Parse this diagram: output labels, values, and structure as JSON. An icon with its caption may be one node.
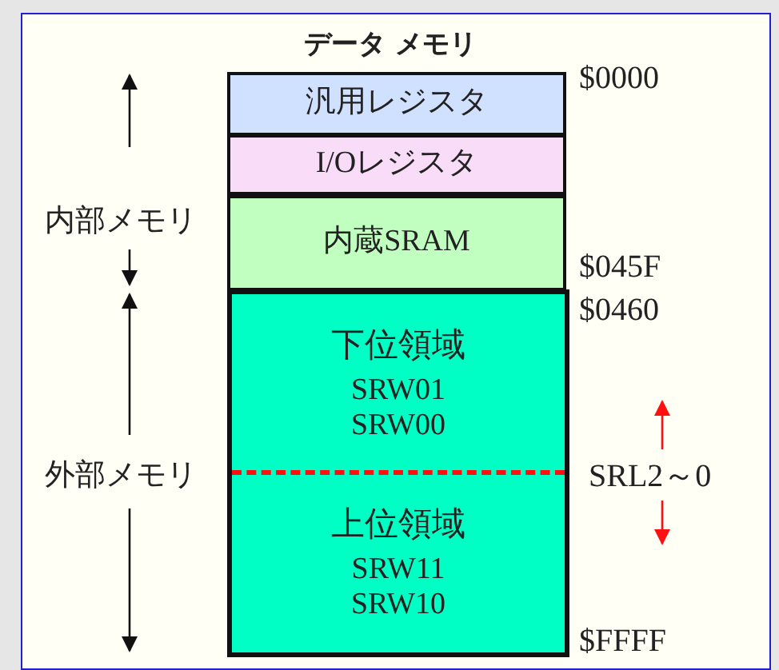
{
  "diagram": {
    "title": "データ メモリ",
    "nodes": [
      {
        "text": [
          "汎用レジスタ"
        ]
      },
      {
        "text": [
          "I/Oレジスタ"
        ]
      },
      {
        "text": [
          "内蔵SRAM"
        ]
      },
      {
        "text": [],
        "shape": "box"
      },
      {
        "text": [
          "下位領域",
          "SRW01 SRW00"
        ],
        "in": 3
      },
      {
        "text": [
          "上位領域",
          "SRW11 SRW10"
        ],
        "in": 3
      }
    ],
    "edges": [],
    "labels": [
      "$0000",
      "内部メモリ",
      "$045F",
      "$0460",
      "外部メモリ",
      "SRL2～0",
      "$FFFF"
    ]
  }
}
